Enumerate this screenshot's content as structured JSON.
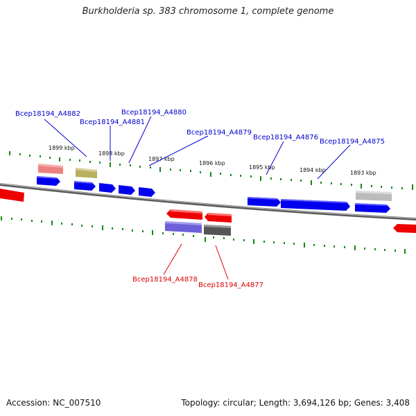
{
  "title": "Burkholderia sp. 383 chromosome 1, complete genome",
  "footer": {
    "accession": "Accession: NC_007510",
    "summary": "Topology: circular; Length: 3,694,126 bp; Genes: 3,408"
  },
  "scale_ticks": [
    "1899 kbp",
    "1898 kbp",
    "1897 kbp",
    "1896 kbp",
    "1895 kbp",
    "1894 kbp",
    "1893 kbp"
  ],
  "gene_labels": {
    "top": [
      "Bcep18194_A4882",
      "Bcep18194_A4881",
      "Bcep18194_A4880",
      "Bcep18194_A4879",
      "Bcep18194_A4876",
      "Bcep18194_A4875"
    ],
    "bottom": [
      "Bcep18194_A4878",
      "Bcep18194_A4877"
    ]
  },
  "colors": {
    "label_top": "#0000cc",
    "label_bottom": "#dd0000",
    "backbone": "#888888",
    "tick": "#118811",
    "gene_blue": "#0000ee",
    "gene_red": "#ee0000"
  }
}
